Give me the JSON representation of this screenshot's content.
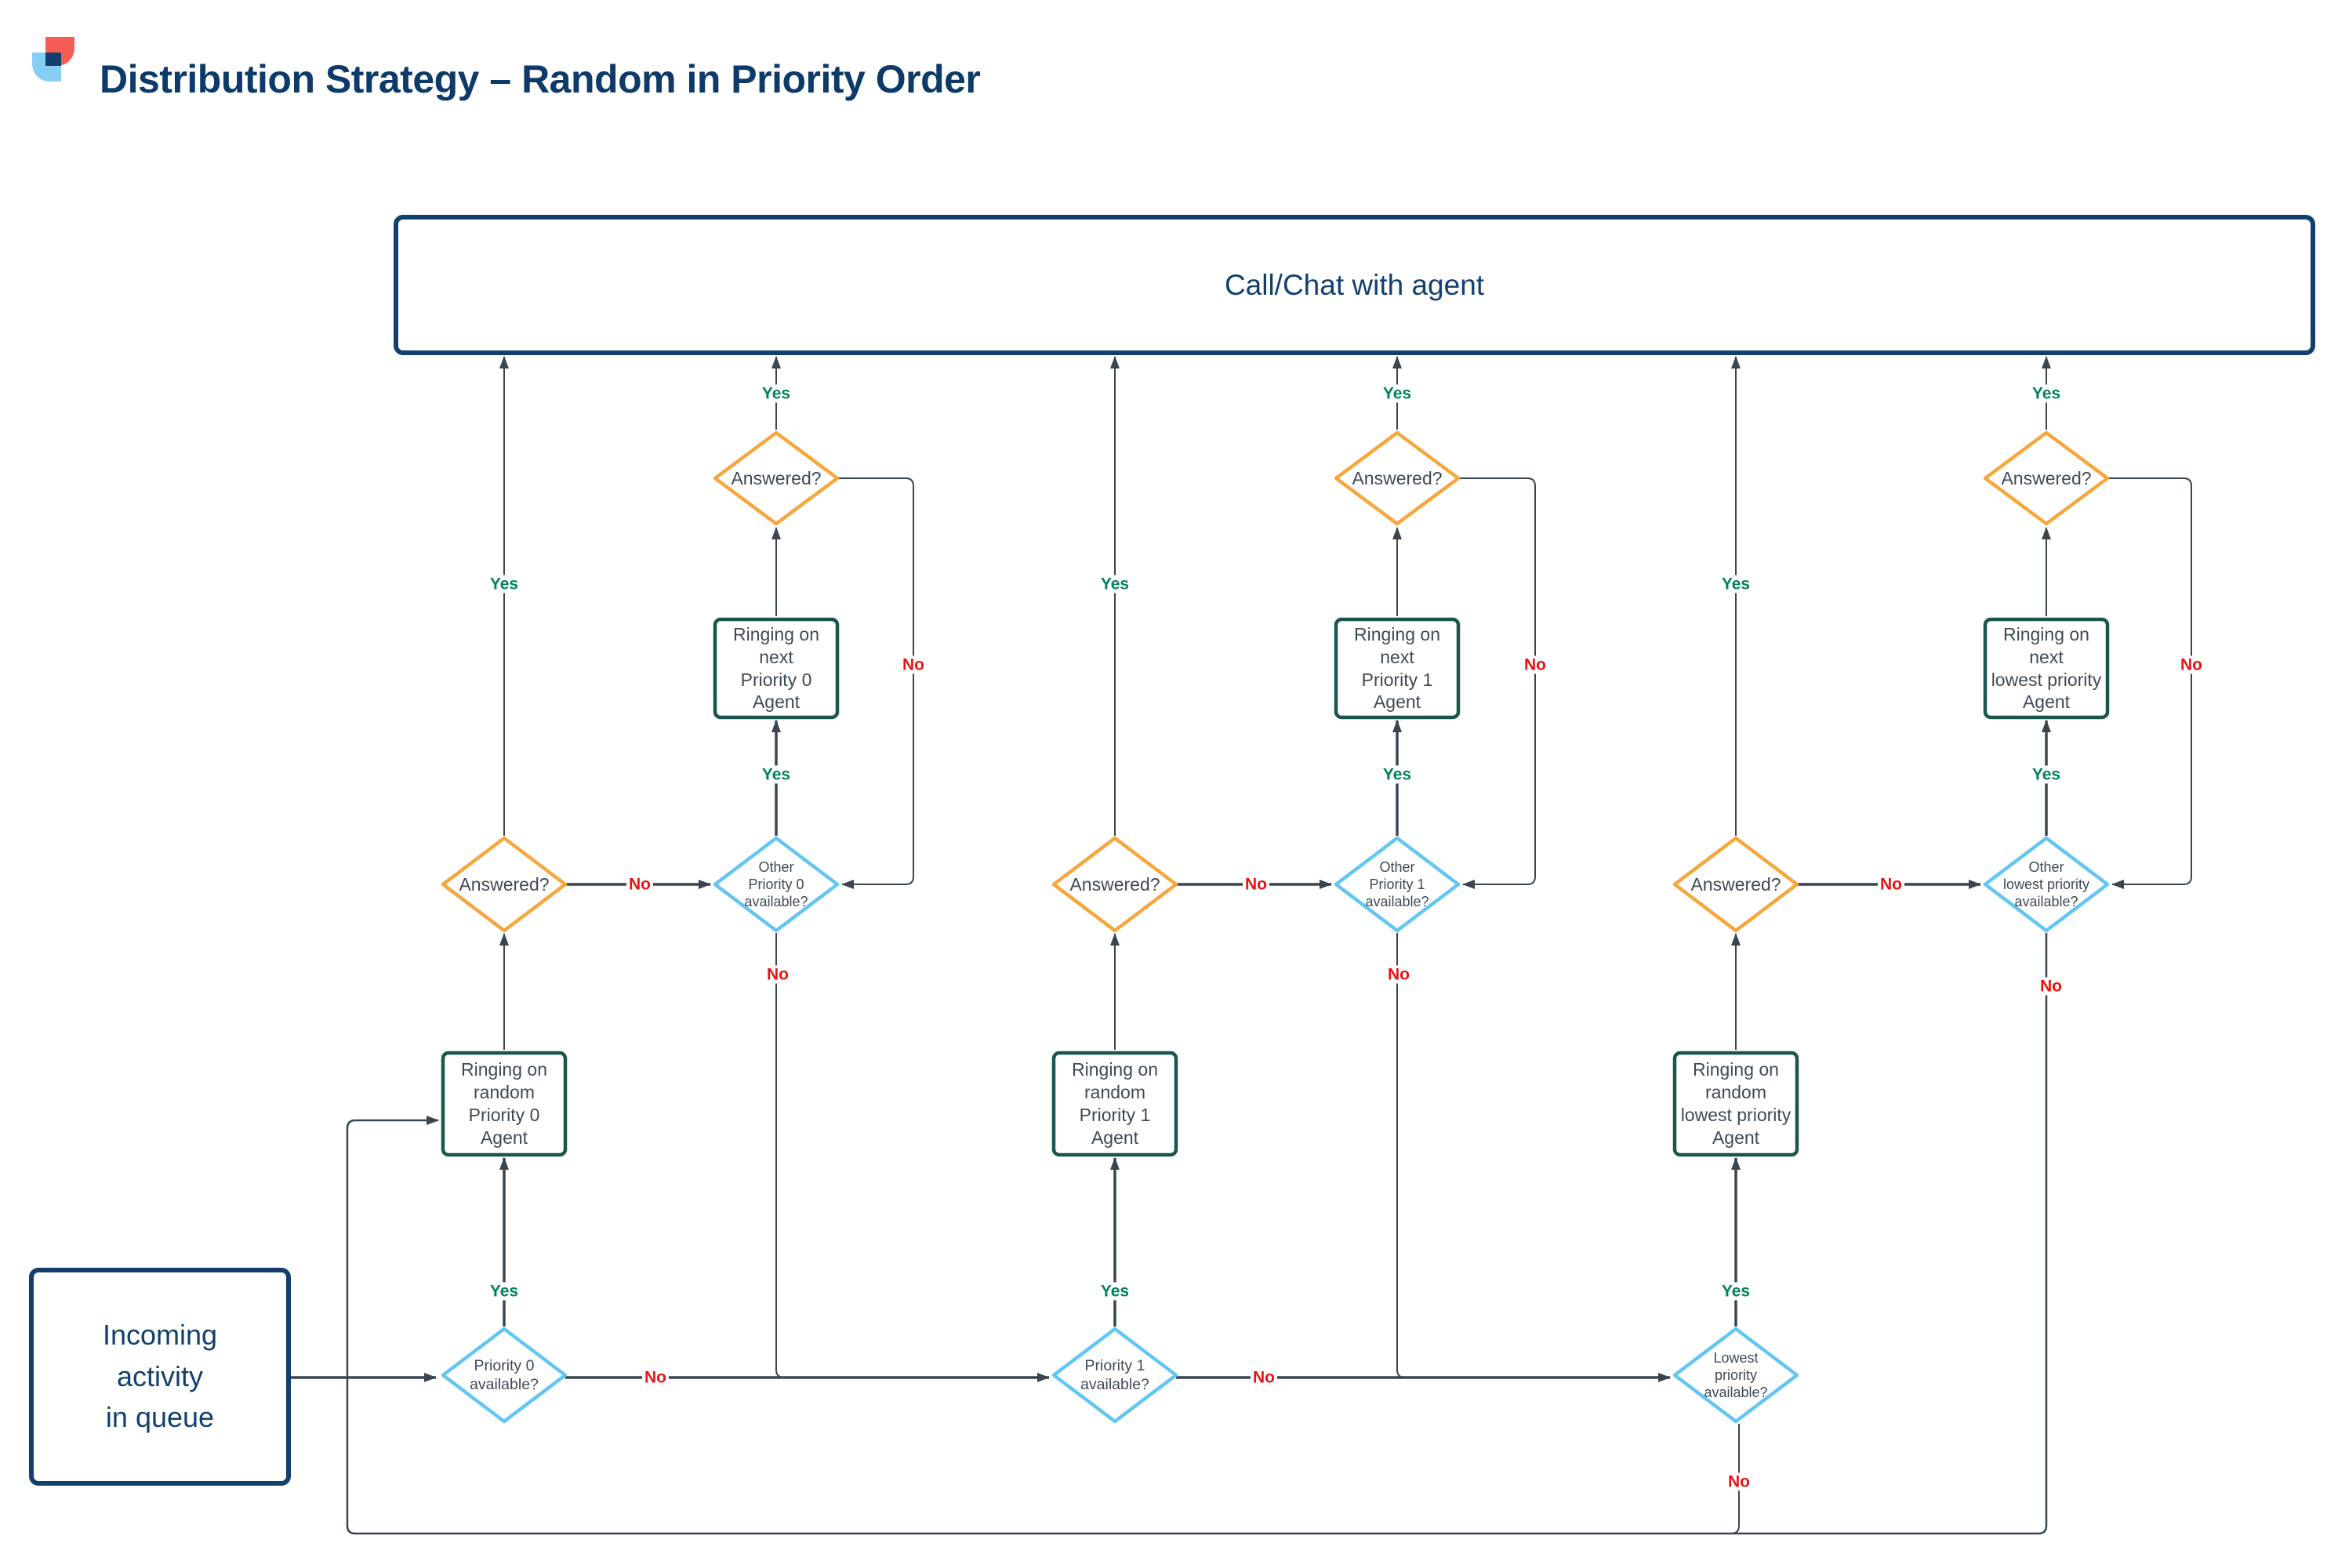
{
  "title": "Distribution Strategy – Random in Priority Order",
  "top_box": "Call/Chat with agent",
  "incoming_box": "Incoming\nactivity\nin queue",
  "labels": {
    "yes": "Yes",
    "no": "No"
  },
  "columns": [
    {
      "available": "Priority 0\navailable?",
      "ring_random": "Ringing on\nrandom\nPriority 0\nAgent",
      "answered": "Answered?",
      "other": "Other\nPriority 0\navailable?",
      "ring_next": "Ringing on\nnext\nPriority 0\nAgent",
      "answered_next": "Answered?"
    },
    {
      "available": "Priority 1\navailable?",
      "ring_random": "Ringing on\nrandom\nPriority 1\nAgent",
      "answered": "Answered?",
      "other": "Other\nPriority 1\navailable?",
      "ring_next": "Ringing on\nnext\nPriority 1\nAgent",
      "answered_next": "Answered?"
    },
    {
      "available": "Lowest\npriority\navailable?",
      "ring_random": "Ringing on\nrandom\nlowest priority\nAgent",
      "answered": "Answered?",
      "other": "Other\nlowest priority\navailable?",
      "ring_next": "Ringing on\nnext\nlowest priority\nAgent",
      "answered_next": "Answered?"
    }
  ],
  "colors": {
    "navy": "#123f6d",
    "orange": "#f6a63b",
    "light_blue": "#62c6f2",
    "teal": "#1a564e",
    "line": "#3a4550",
    "yes_green": "#00825f",
    "no_red": "#ea1313"
  }
}
